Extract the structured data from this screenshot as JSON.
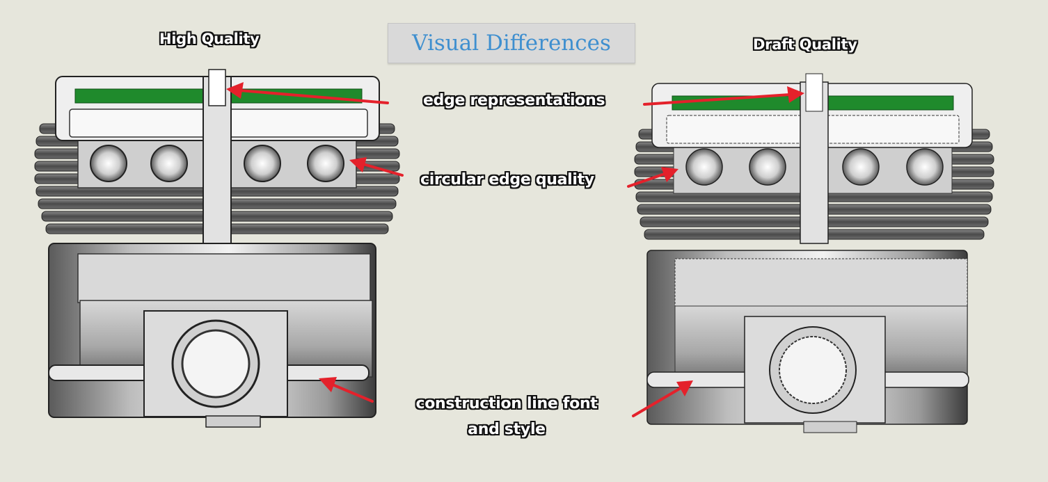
{
  "title": "Visual Differences",
  "headings": {
    "left": "High Quality",
    "right": "Draft Quality"
  },
  "callouts": {
    "edge": "edge representations",
    "circular": "circular edge quality",
    "construction_line1": "construction line font",
    "construction_line2": "and style"
  },
  "colors": {
    "background": "#e6e6dc",
    "title_text": "#3f8fcf",
    "arrow": "#e4212b",
    "cam_green": "#1f8a2c"
  }
}
